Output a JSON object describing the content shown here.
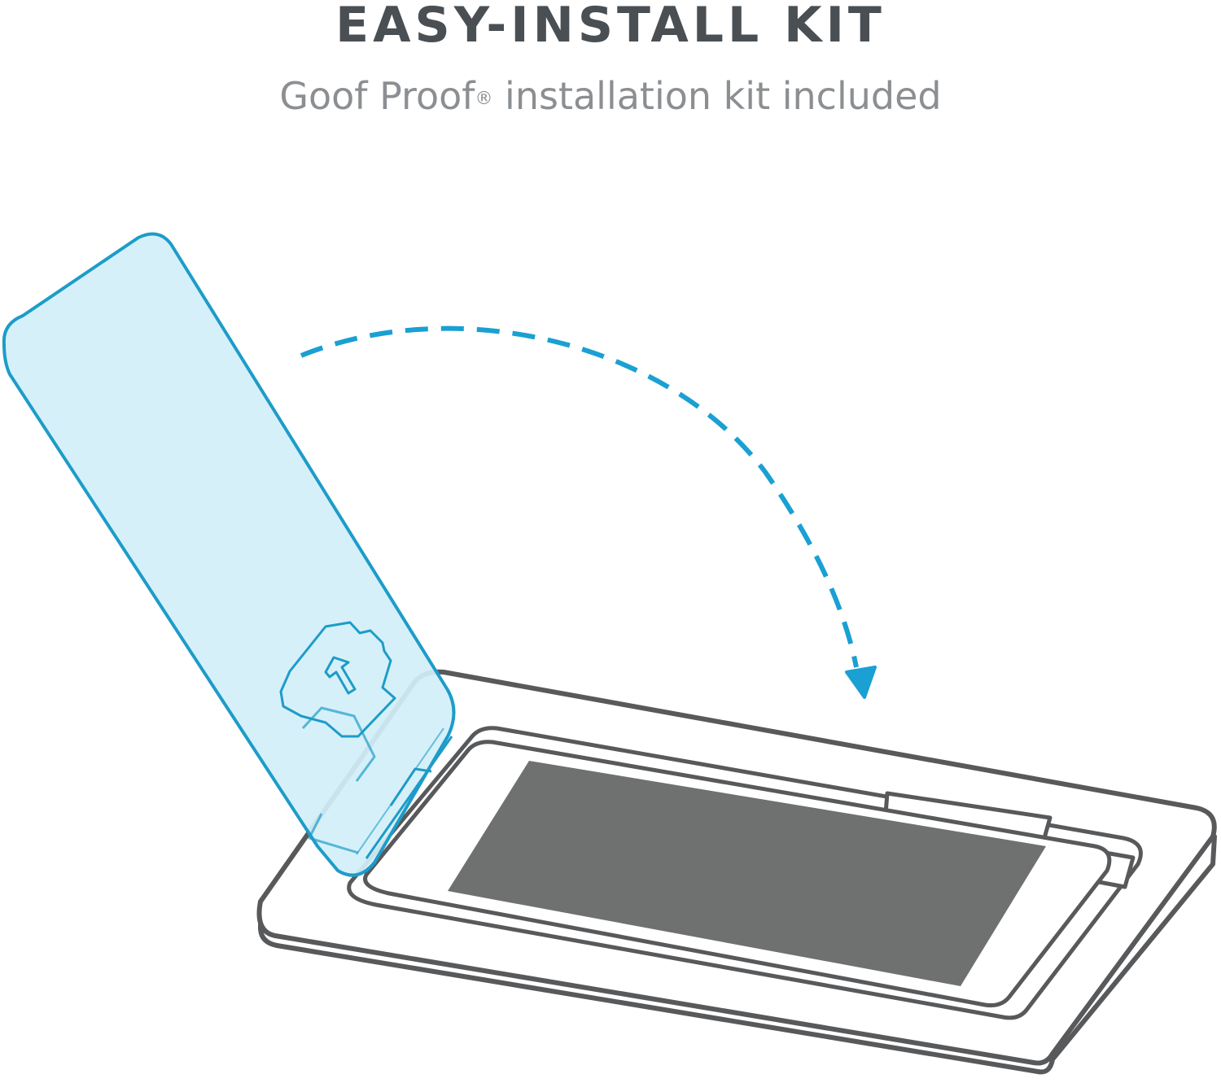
{
  "header": {
    "title": "EASY-INSTALL KIT",
    "subtitle_prefix": "Goof Proof",
    "subtitle_mark": "®",
    "subtitle_suffix": " installation kit included"
  },
  "colors": {
    "title": "#4a4f54",
    "subtitle": "#8c8f92",
    "protector_fill": "#d3eff8",
    "protector_stroke": "#1d9cc9",
    "arrow": "#1aa0d2",
    "tray_stroke": "#58595b",
    "phone_screen": "#6f7070"
  },
  "illustration": {
    "icons": [
      "screen-protector",
      "lift-arrow-icon",
      "curved-dashed-arrow",
      "alignment-tray",
      "phone"
    ]
  }
}
